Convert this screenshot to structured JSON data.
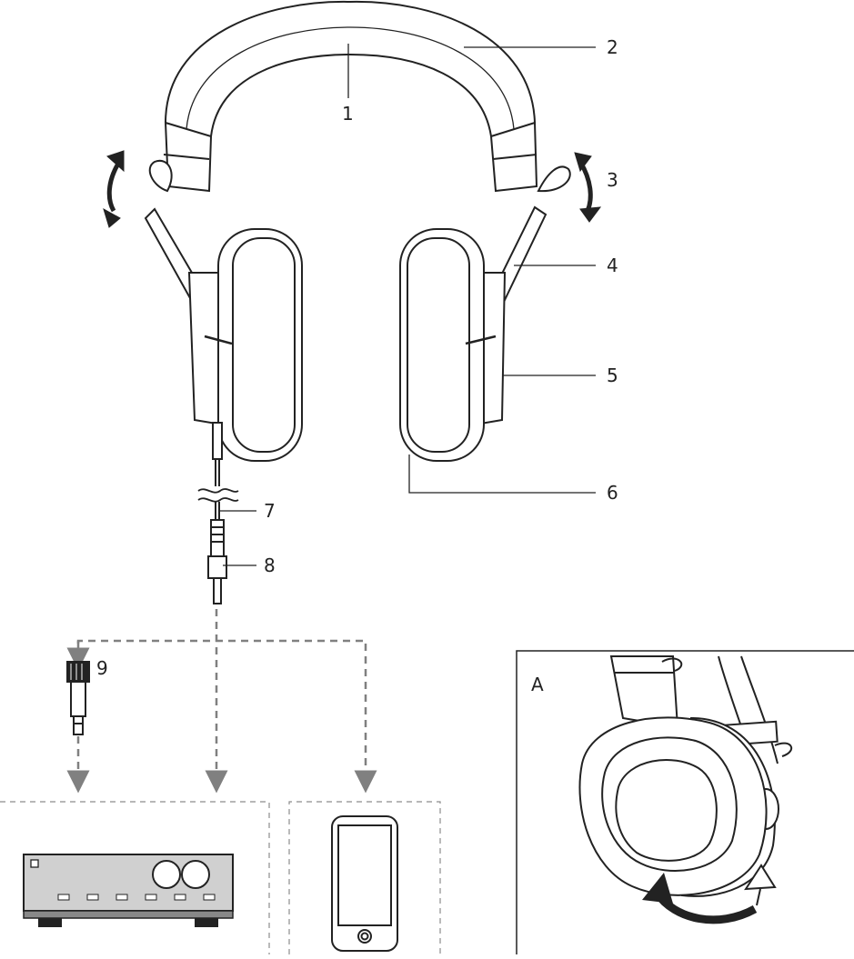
{
  "callouts": {
    "c1": "1",
    "c2": "2",
    "c3": "3",
    "c4": "4",
    "c5": "5",
    "c6": "6",
    "c7": "7",
    "c8": "8",
    "c9": "9"
  },
  "inset": {
    "label": "A"
  },
  "colors": {
    "stroke": "#222222",
    "dash": "#808080",
    "box": "#8c8c8c",
    "fill": "#ffffff"
  },
  "icons": {
    "amplifier": "amplifier-icon",
    "smartphone": "smartphone-icon",
    "adapter": "adapter-plug-icon"
  }
}
